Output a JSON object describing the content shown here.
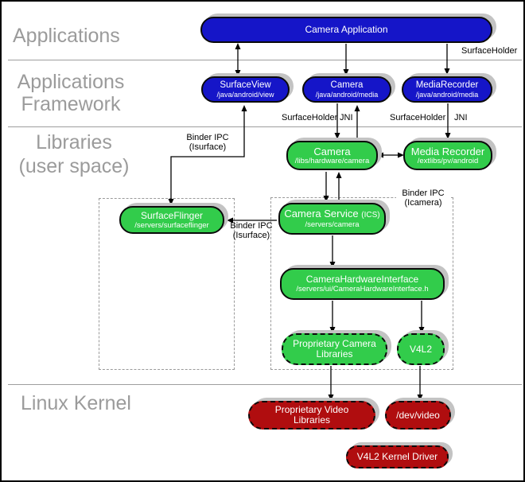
{
  "layer_labels": {
    "applications": "Applications",
    "framework_line1": "Applications",
    "framework_line2": "Framework",
    "libraries_line1": "Libraries",
    "libraries_line2": "(user space)",
    "kernel": "Linux Kernel"
  },
  "boxes": {
    "camera_application": {
      "title": "Camera Application"
    },
    "surfaceview": {
      "title": "SurfaceView",
      "subtitle": "/java/android/view"
    },
    "camera_java": {
      "title": "Camera",
      "subtitle": "/java/android/media"
    },
    "mediarecorder_java": {
      "title": "MediaRecorder",
      "subtitle": "/java/android/media"
    },
    "camera_lib": {
      "title": "Camera",
      "subtitle": "/libs/hardware/camera"
    },
    "media_recorder_lib": {
      "title": "Media Recorder",
      "subtitle": "/extlibs/pv/android"
    },
    "surfaceflinger": {
      "title": "SurfaceFlinger",
      "subtitle": "/servers/surfaceflinger"
    },
    "camera_service": {
      "title": "Camera Service",
      "title_suffix": "(ICS)",
      "subtitle": "/servers/camera"
    },
    "camera_hardware_interface": {
      "title": "CameraHardwareInterface",
      "subtitle": "/servers/ui/CameraHardwareInterface.h"
    },
    "proprietary_camera_libraries": {
      "title": "Proprietary Camera Libraries"
    },
    "v4l2": {
      "title": "V4L2"
    },
    "proprietary_video_libraries": {
      "title": "Proprietary Video Libraries"
    },
    "dev_video": {
      "title": "/dev/video"
    },
    "v4l2_kernel_driver": {
      "title": "V4L2 Kernel Driver"
    }
  },
  "edge_labels": {
    "surfaceholder_top": "SurfaceHolder",
    "surfaceholder_camera": "SurfaceHolder",
    "jni_camera": "JNI",
    "surfaceholder_media": "SurfaceHolder",
    "jni_media": "JNI",
    "binder_isurface_top_line1": "Binder IPC",
    "binder_isurface_top_line2": "(Isurface)",
    "binder_isurface_mid_line1": "Binder IPC",
    "binder_isurface_mid_line2": "(Isurface)",
    "binder_icamera_line1": "Binder IPC",
    "binder_icamera_line2": "(Icamera)"
  },
  "colors": {
    "framework_blue": "#1515c8",
    "library_green": "#32cc4b",
    "kernel_red": "#b00d0f",
    "shadow_gray": "#c3c3c3",
    "layer_label_gray": "#9b9b9b"
  }
}
